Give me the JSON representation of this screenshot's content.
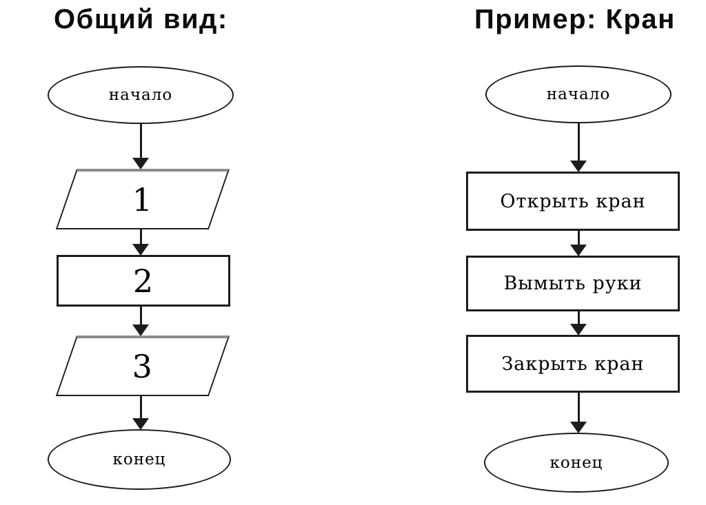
{
  "left_chart": {
    "title": "Общий вид:",
    "nodes": {
      "start": "начало",
      "io1": "1",
      "process2": "2",
      "io3": "3",
      "end": "конец"
    }
  },
  "right_chart": {
    "title": "Пример: Кран",
    "nodes": {
      "start": "начало",
      "process1": "Открыть кран",
      "process2": "Вымыть руки",
      "process3": "Закрыть кран",
      "end": "конец"
    }
  },
  "colors": {
    "background": "#ffffff",
    "line": "#1c1c1c",
    "parallelogram_top_edge": "#8c8c8c",
    "text": "#000000",
    "title_text": "#0b0b0b"
  }
}
